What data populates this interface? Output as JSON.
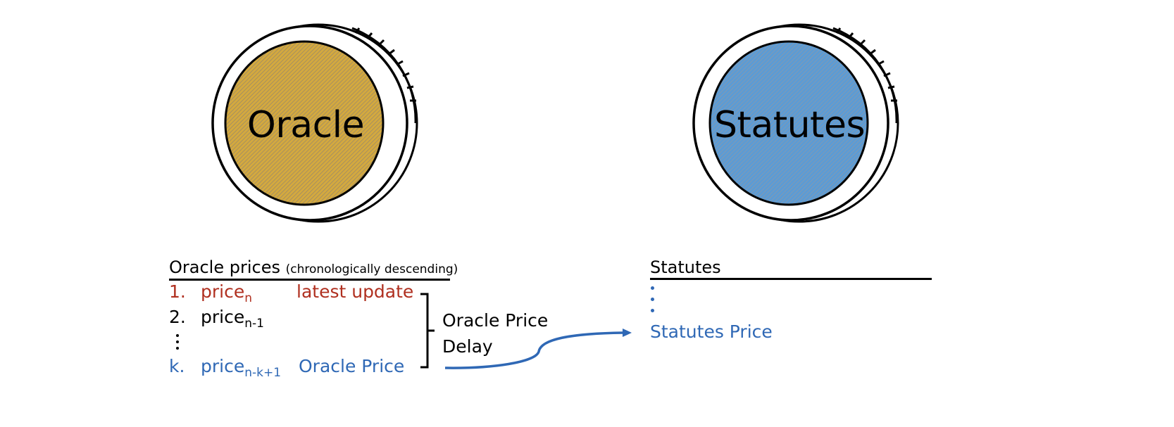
{
  "colors": {
    "oracle_fill": "#c9a24f",
    "statutes_fill": "#6b9bc9",
    "red": "#b03020",
    "blue": "#2f68b5",
    "black": "#000000"
  },
  "coins": {
    "oracle": {
      "label": "Oracle",
      "icon": "coin-icon"
    },
    "statutes": {
      "label": "Statutes",
      "icon": "coin-icon"
    }
  },
  "oracle_list": {
    "heading": "Oracle prices",
    "heading_note": "(chronologically descending)",
    "rows": [
      {
        "index": "1.",
        "price": "price",
        "sub": "n",
        "note": "latest update",
        "color": "red"
      },
      {
        "index": "2.",
        "price": "price",
        "sub": "n-1",
        "note": "",
        "color": "black"
      },
      {
        "index": "⋮",
        "price": "",
        "sub": "",
        "note": "",
        "color": "black"
      },
      {
        "index": "k.",
        "price": "price",
        "sub": "n-k+1",
        "note": "Oracle Price",
        "color": "blue"
      }
    ],
    "bracket_label_line1": "Oracle Price",
    "bracket_label_line2": "Delay"
  },
  "statutes_list": {
    "heading": "Statutes",
    "item": "Statutes Price"
  },
  "arrow": {
    "from": "Oracle Price",
    "to": "Statutes Price"
  }
}
